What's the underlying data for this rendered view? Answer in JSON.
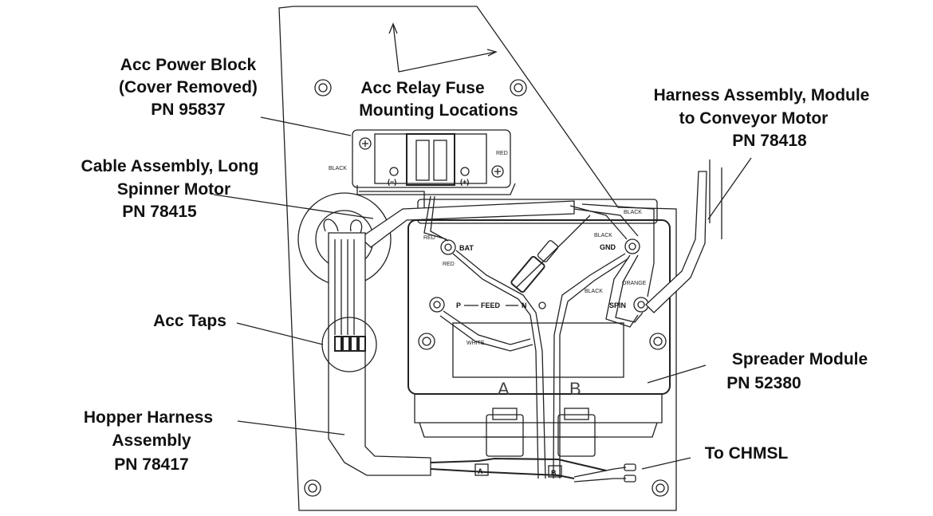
{
  "callouts": {
    "acc_power_block": [
      "Acc Power Block",
      "(Cover Removed)",
      "PN 95837"
    ],
    "acc_relay_fuse": [
      "Acc Relay Fuse",
      "Mounting Locations"
    ],
    "harness_conveyor": [
      "Harness Assembly, Module",
      "to Conveyor Motor",
      "PN 78418"
    ],
    "cable_spinner": [
      "Cable Assembly, Long",
      "Spinner Motor",
      "PN 78415"
    ],
    "acc_taps": "Acc Taps",
    "spreader_module": [
      "Spreader Module",
      "PN 52380"
    ],
    "hopper_harness": [
      "Hopper Harness",
      "Assembly",
      "PN 78417"
    ],
    "to_chmsl": "To CHMSL"
  },
  "wire_colors": {
    "black_block": "BLACK",
    "red_block": "RED",
    "red_bat_top": "RED",
    "red_bat_bottom": "RED",
    "white": "WHITE",
    "black_top": "BLACK",
    "black_gnd": "BLACK",
    "black_spin": "BLACK",
    "orange": "ORANGE"
  },
  "terminals": {
    "bat": "BAT",
    "gnd": "GND",
    "spin": "SPIN",
    "feed_p": "P",
    "feed": "FEED",
    "feed_n": "N",
    "neg": "(−)",
    "pos": "(+)"
  },
  "connectors": {
    "a_large": "A",
    "b_large": "B",
    "a_small": "A",
    "b_small": "B"
  }
}
